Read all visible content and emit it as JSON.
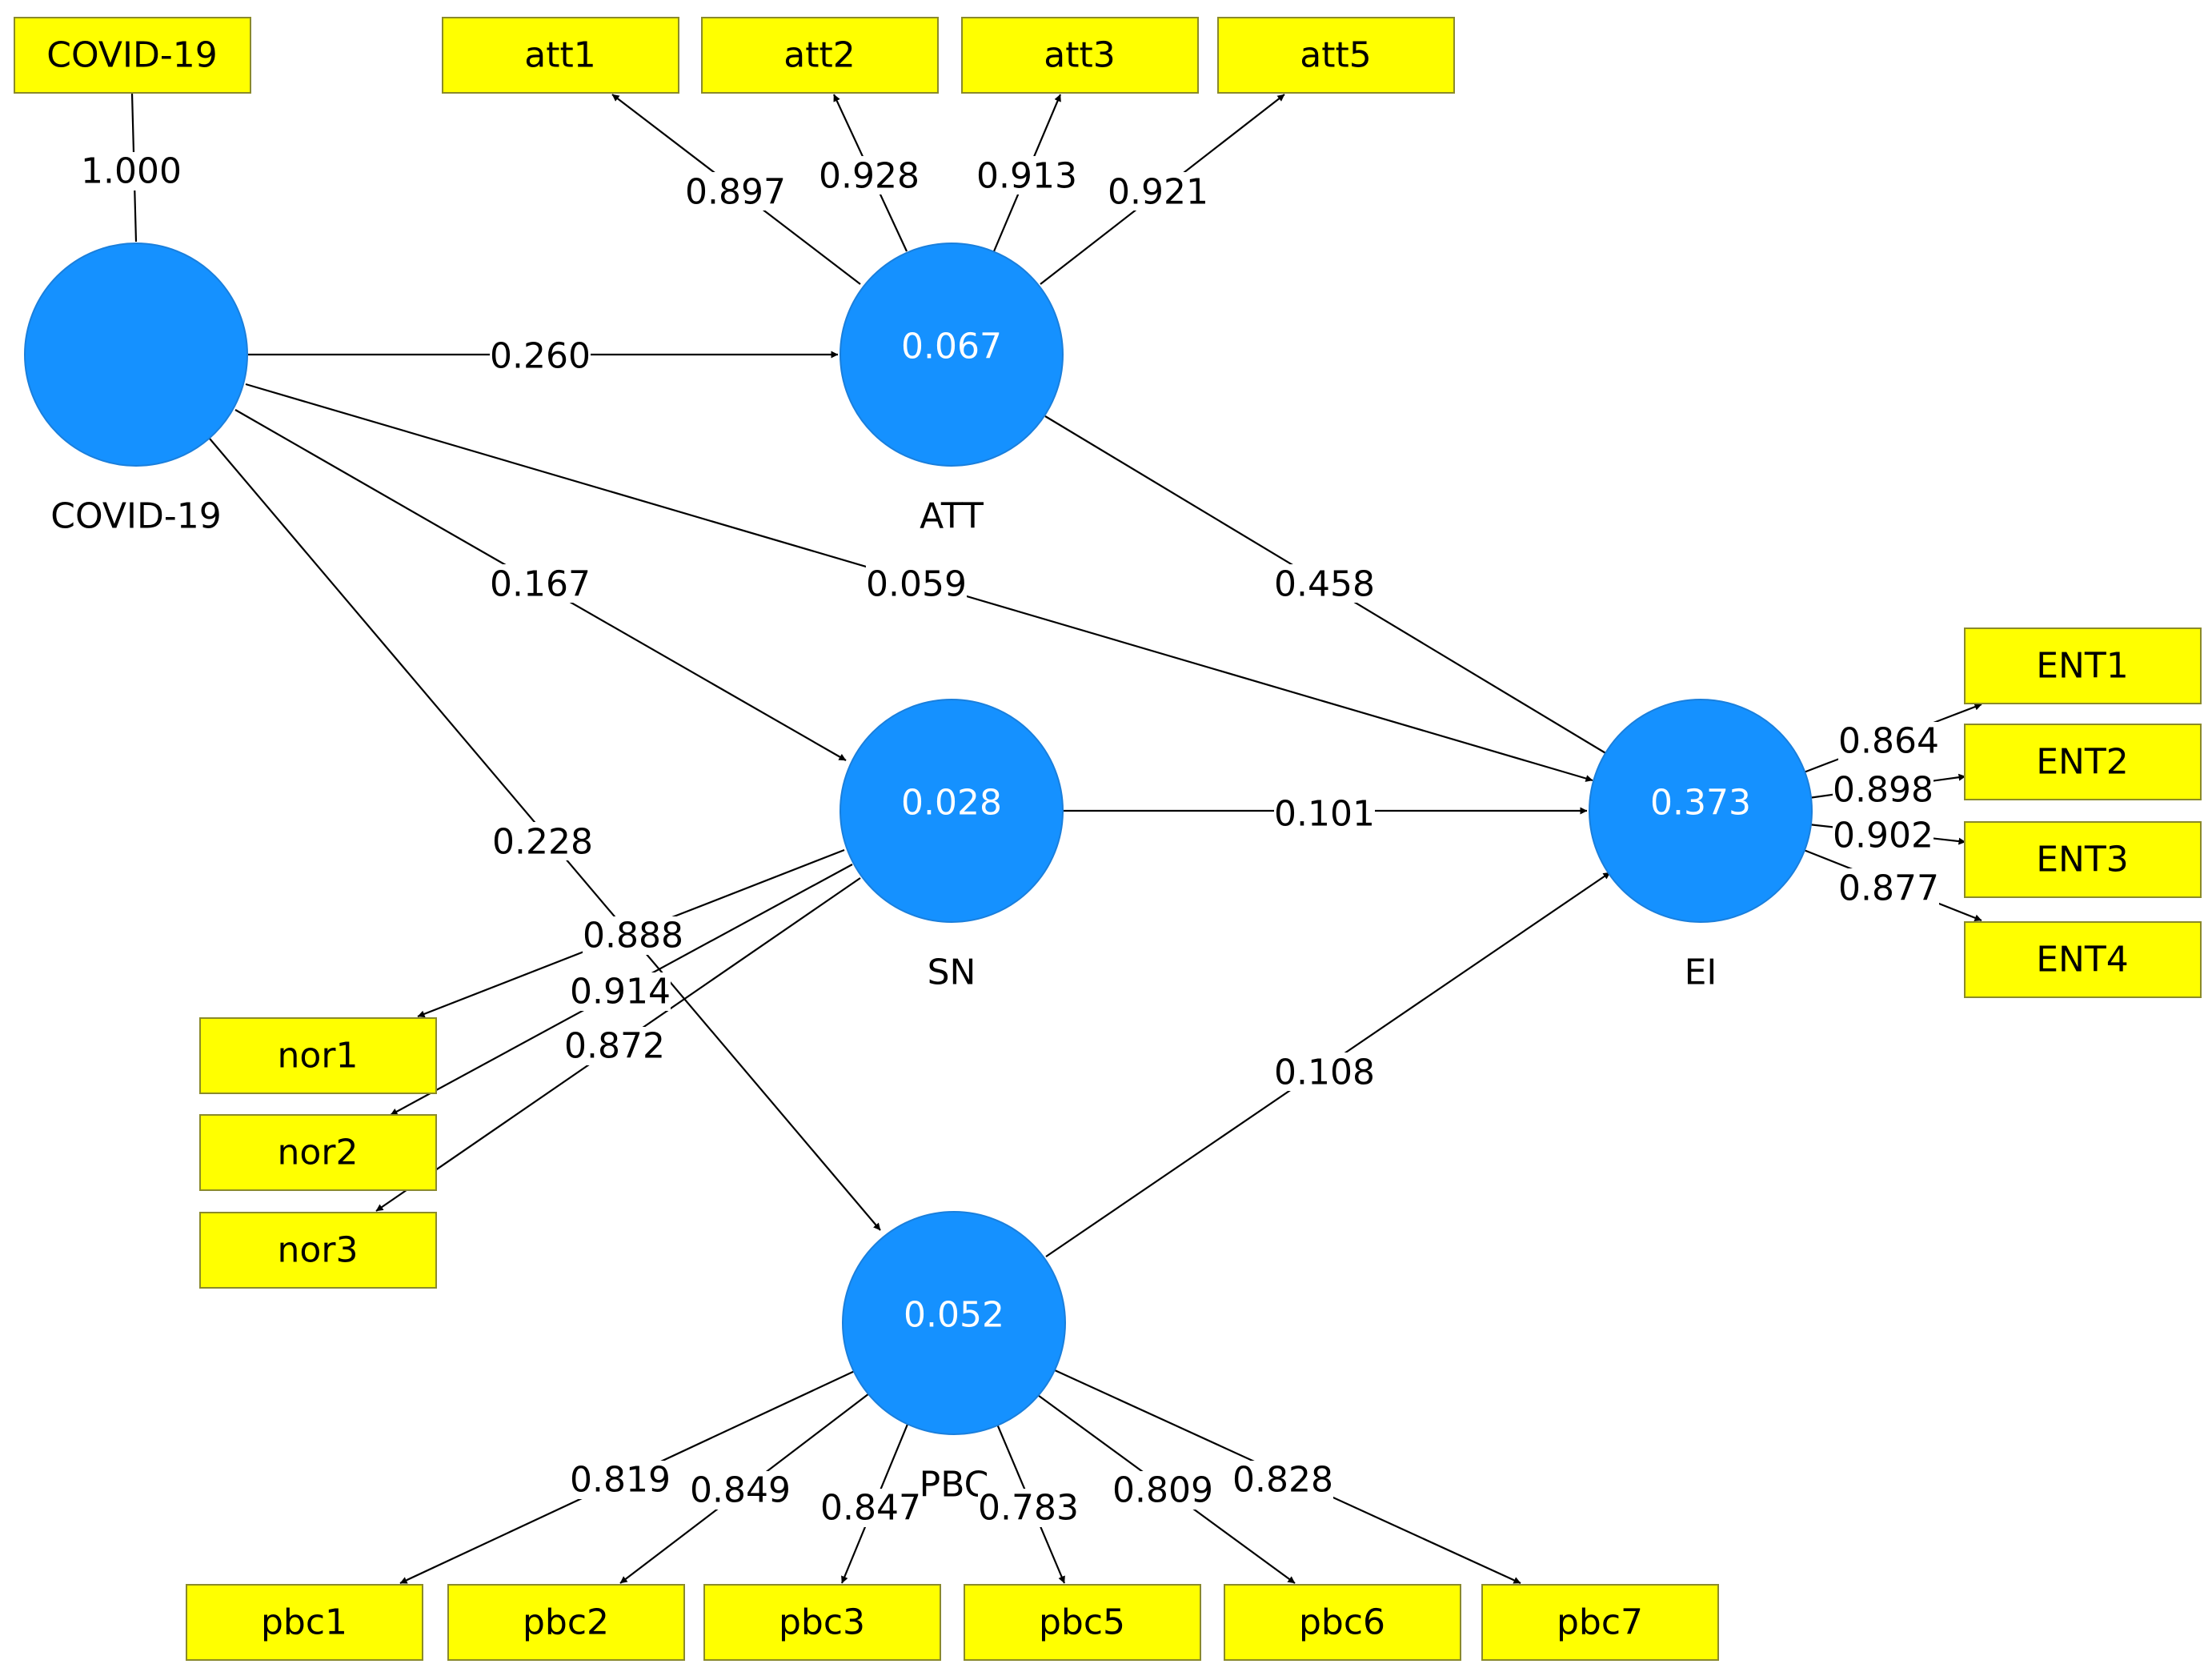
{
  "latents": {
    "covid": {
      "name": "COVID-19",
      "value": ""
    },
    "att": {
      "name": "ATT",
      "value": "0.067"
    },
    "sn": {
      "name": "SN",
      "value": "0.028"
    },
    "ei": {
      "name": "EI",
      "value": "0.373"
    },
    "pbc": {
      "name": "PBC",
      "value": "0.052"
    }
  },
  "indicators": {
    "covid19": "COVID-19",
    "att1": "att1",
    "att2": "att2",
    "att3": "att3",
    "att5": "att5",
    "ent1": "ENT1",
    "ent2": "ENT2",
    "ent3": "ENT3",
    "ent4": "ENT4",
    "nor1": "nor1",
    "nor2": "nor2",
    "nor3": "nor3",
    "pbc1": "pbc1",
    "pbc2": "pbc2",
    "pbc3": "pbc3",
    "pbc5": "pbc5",
    "pbc6": "pbc6",
    "pbc7": "pbc7"
  },
  "paths": {
    "covid_att": "0.260",
    "covid_sn": "0.167",
    "covid_ei": "0.059",
    "covid_pbc": "0.228",
    "att_ei": "0.458",
    "sn_ei": "0.101",
    "pbc_ei": "0.108"
  },
  "loadings": {
    "covid19": "1.000",
    "att1": "0.897",
    "att2": "0.928",
    "att3": "0.913",
    "att5": "0.921",
    "ent1": "0.864",
    "ent2": "0.898",
    "ent3": "0.902",
    "ent4": "0.877",
    "nor1": "0.888",
    "nor2": "0.914",
    "nor3": "0.872",
    "pbc1": "0.819",
    "pbc2": "0.849",
    "pbc3": "0.847",
    "pbc5": "0.783",
    "pbc6": "0.809",
    "pbc7": "0.828"
  },
  "colors": {
    "latent_fill": "#1591ff",
    "indicator_fill": "#ffff00",
    "edge": "#000000"
  }
}
